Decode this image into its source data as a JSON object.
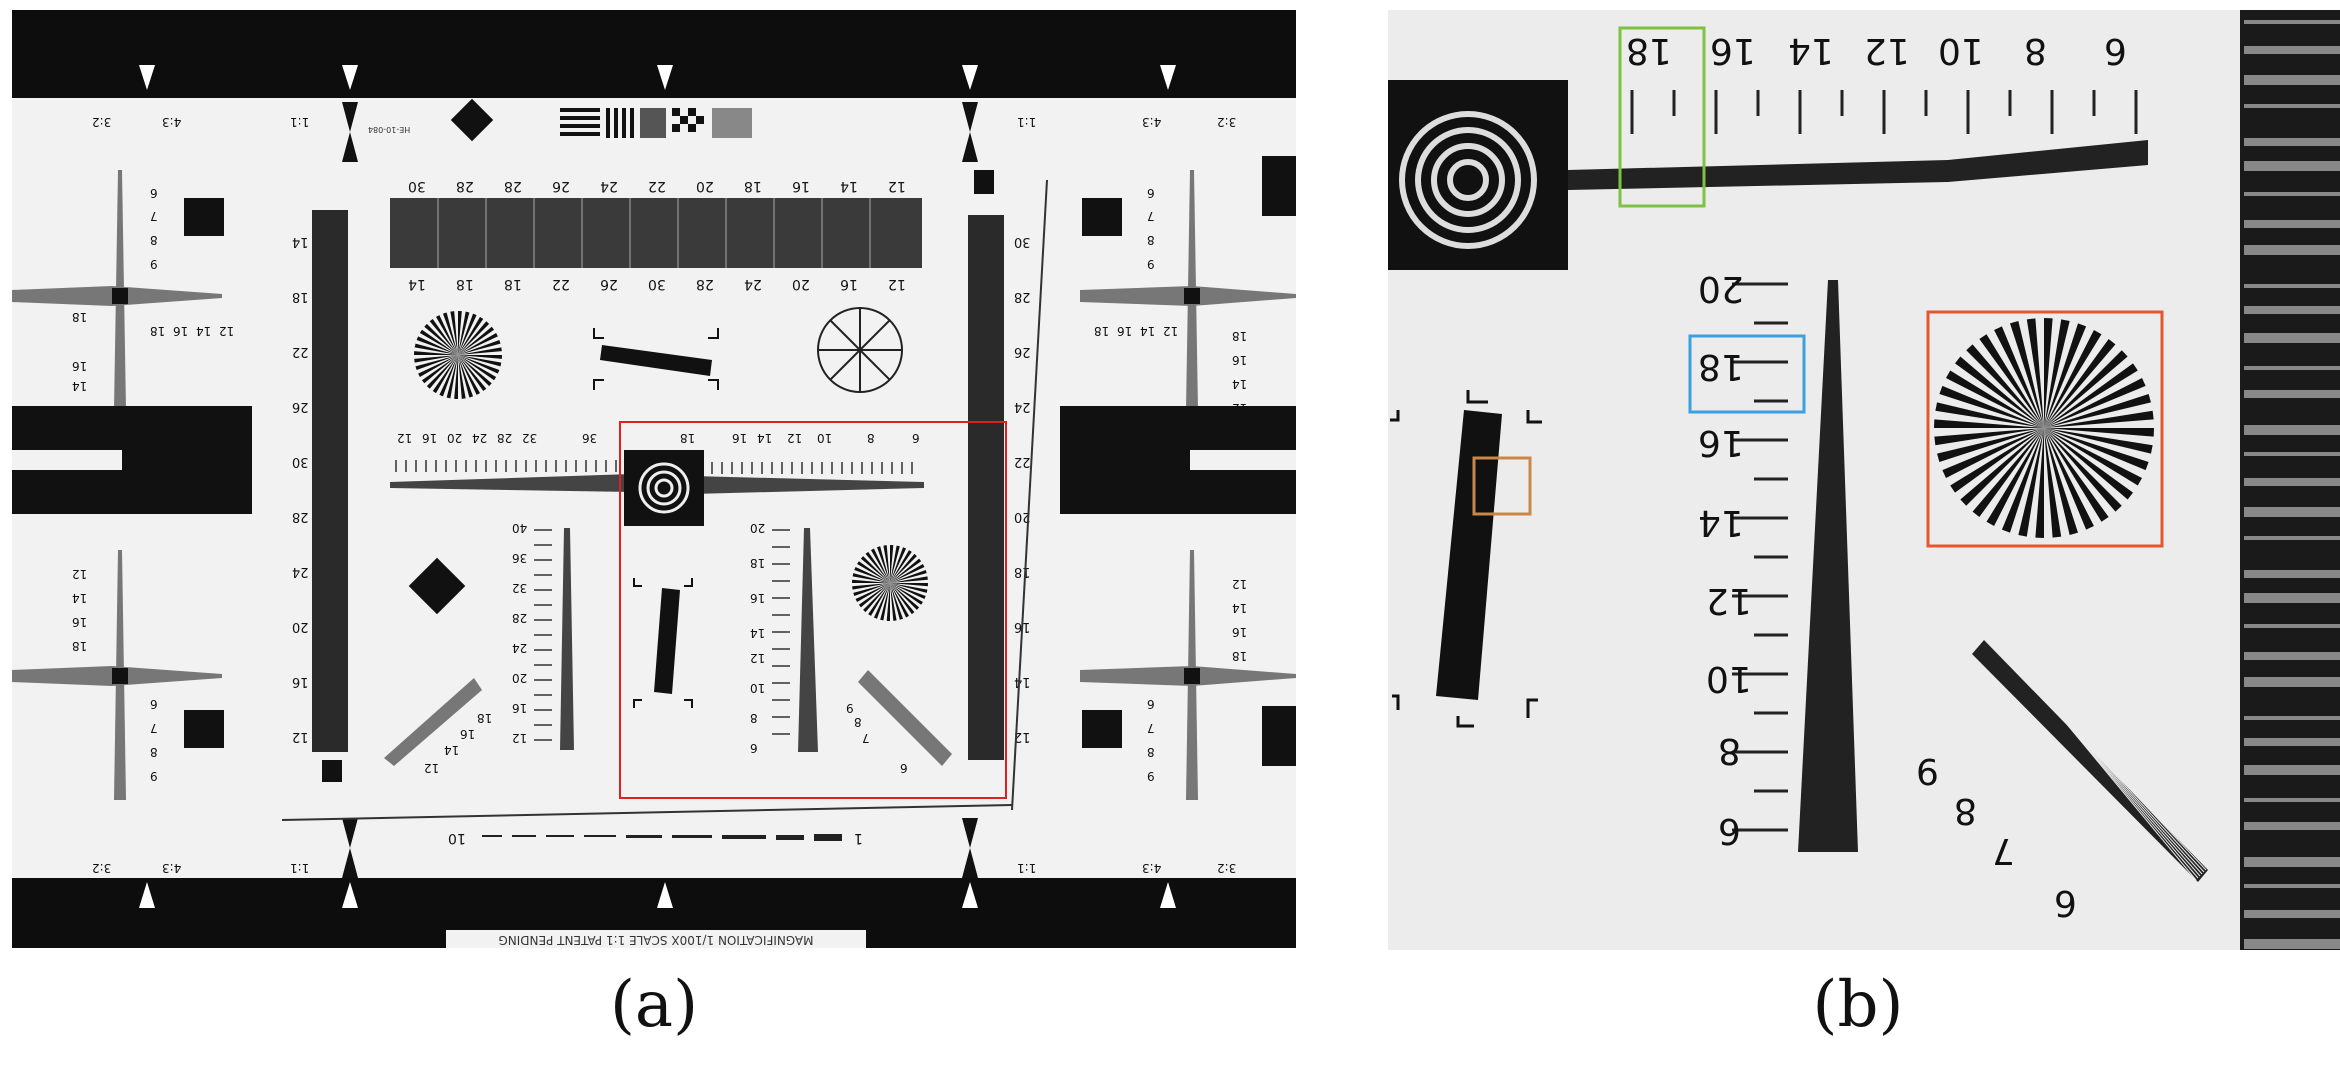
{
  "figure": {
    "caption_a": "(a)",
    "caption_b": "(b)"
  },
  "panel_a": {
    "footer_strip": "MAGNIFICATION 1/100X SCALE 1:1 PATENT PENDING",
    "top_bar_numbers": [
      "30",
      "28",
      "28",
      "26",
      "24",
      "22",
      "20",
      "18",
      "16",
      "14",
      "12"
    ],
    "bottom_bar_numbers": [
      "14",
      "18",
      "18",
      "22",
      "26",
      "30",
      "28",
      "24",
      "20",
      "16",
      "12"
    ],
    "left_bar_numbers": [
      "14",
      "18",
      "22",
      "26",
      "30",
      "28",
      "24",
      "20",
      "16",
      "12"
    ],
    "right_bar_numbers": [
      "30",
      "28",
      "26",
      "24",
      "22",
      "20",
      "18",
      "16",
      "14",
      "12"
    ],
    "h_wedge_numbers": [
      "12",
      "16",
      "20",
      "24",
      "28",
      "32",
      "36",
      "18",
      "16",
      "14",
      "12",
      "10",
      "8",
      "6"
    ],
    "v_wedge_left_numbers": [
      "40",
      "36",
      "32",
      "28",
      "24",
      "20",
      "16",
      "12"
    ],
    "v_wedge_center_numbers": [
      "20",
      "18",
      "16",
      "14",
      "12",
      "10",
      "8",
      "6"
    ],
    "diag_left_numbers": [
      "18",
      "16",
      "14",
      "12"
    ],
    "diag_right_numbers": [
      "9",
      "8",
      "7",
      "6"
    ],
    "bottom_ruler_left": "10",
    "bottom_ruler_right": "1",
    "corner_labels": [
      "3:2",
      "4:3",
      "1:1"
    ],
    "crosshair_v_numbers": [
      "6",
      "7",
      "8",
      "9"
    ],
    "crosshair_h_numbers": [
      "12",
      "14",
      "16",
      "18"
    ],
    "crosshair_lower_numbers": [
      "12",
      "14",
      "16",
      "18"
    ],
    "small_header_text": "HE-10-084"
  },
  "panel_b": {
    "top_scale_numbers": [
      "18",
      "16",
      "14",
      "12",
      "10",
      "8",
      "6"
    ],
    "vertical_scale_numbers": [
      "20",
      "18",
      "16",
      "14",
      "12",
      "10",
      "8",
      "6"
    ],
    "diag_numbers": [
      "9",
      "8",
      "7",
      "6"
    ]
  },
  "colors": {
    "roi_red": "#e02020",
    "roi_green": "#7dc242",
    "roi_blue": "#3aa0e0",
    "roi_orange_a": "#e4572e",
    "roi_orange_b": "#c8884a"
  }
}
